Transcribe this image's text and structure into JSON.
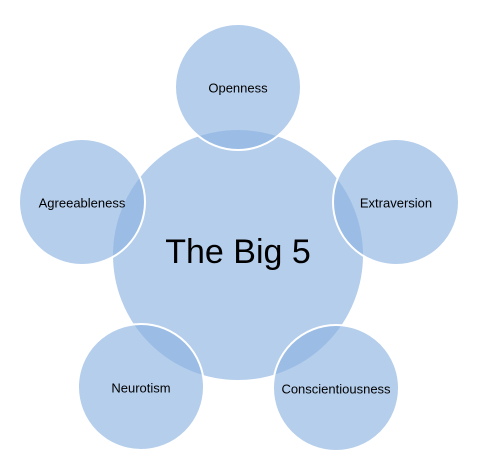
{
  "diagram": {
    "center": {
      "label": "The Big 5"
    },
    "traits": [
      {
        "label": "Openness"
      },
      {
        "label": "Extraversion"
      },
      {
        "label": "Conscientiousness"
      },
      {
        "label": "Neurotism"
      },
      {
        "label": "Agreeableness"
      }
    ],
    "colors": {
      "fill": "#8db3e2",
      "stroke": "#ffffff",
      "text": "#000000"
    }
  }
}
